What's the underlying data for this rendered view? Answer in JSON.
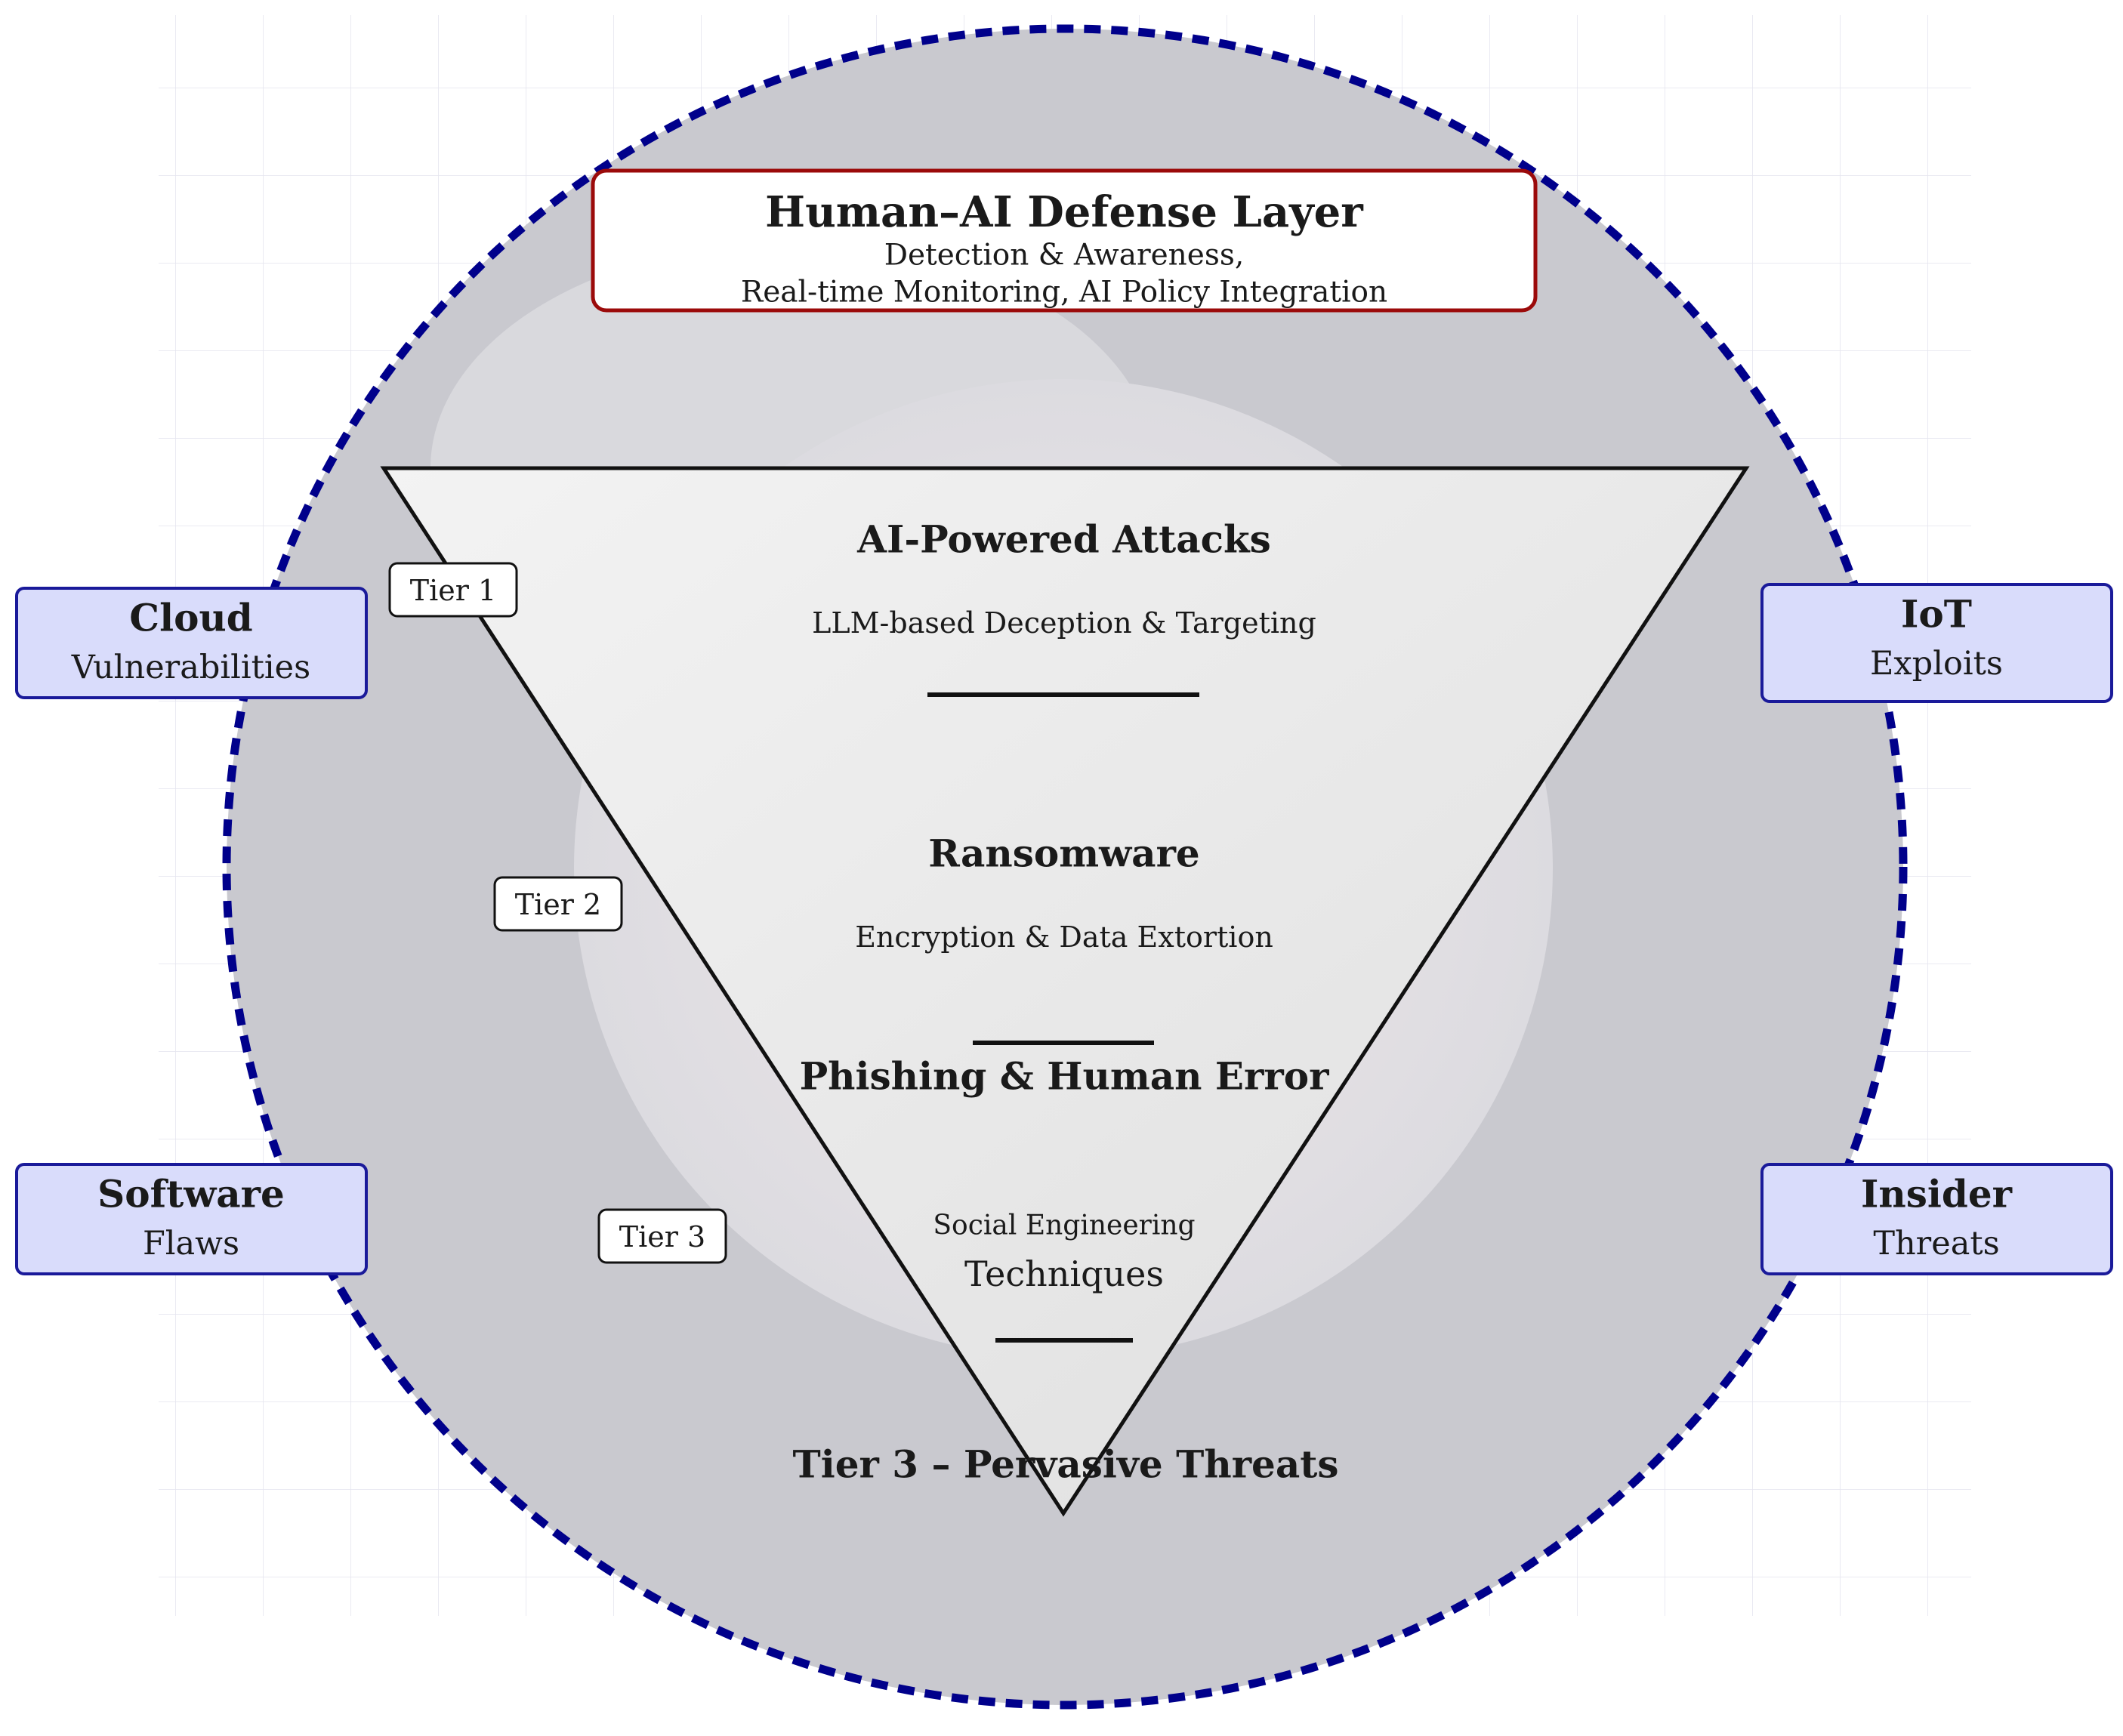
{
  "defense_layer": {
    "title": "Human–AI Defense Layer",
    "line1": "Detection & Awareness,",
    "line2": "Real-time Monitoring, AI Policy Integration",
    "border_color": "#9b0a0a"
  },
  "tiers": [
    {
      "badge": "Tier 1",
      "title": "AI-Powered Attacks",
      "subtitle": "LLM-based Deception & Targeting"
    },
    {
      "badge": "Tier 2",
      "title": "Ransomware",
      "subtitle": "Encryption & Data Extortion"
    },
    {
      "badge": "Tier 3",
      "title": "Phishing & Human Error",
      "subtitle_line1": "Social Engineering",
      "subtitle_line2": "Techniques"
    }
  ],
  "bottom_label": "Tier 3 – Pervasive Threats",
  "side_boxes": {
    "cloud": {
      "title": "Cloud",
      "subtitle": "Vulnerabilities"
    },
    "iot": {
      "title": "IoT",
      "subtitle": "Exploits"
    },
    "software": {
      "title": "Software",
      "subtitle": "Flaws"
    },
    "insider": {
      "title": "Insider",
      "subtitle": "Threats"
    }
  },
  "colors": {
    "outer_circle_fill": "#c9c9cf",
    "outer_circle_stroke": "#00008b",
    "side_box_fill": "#d9dcfb",
    "side_box_stroke": "#1a1a9a",
    "triangle_fill": "#ececec"
  }
}
